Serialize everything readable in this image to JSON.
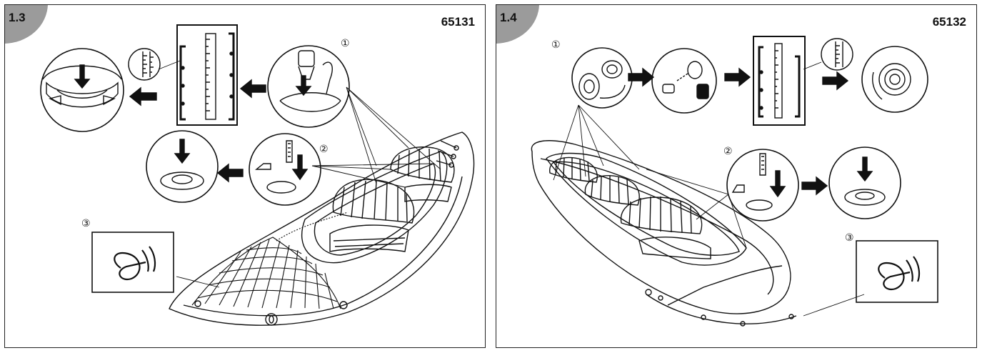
{
  "panels": [
    {
      "section": "1.3",
      "model": "65131",
      "steps": [
        "①",
        "②",
        "③"
      ]
    },
    {
      "section": "1.4",
      "model": "65132",
      "steps": [
        "①",
        "②",
        "③"
      ]
    }
  ],
  "colors": {
    "tab": "#9b9b9b",
    "line": "#111111",
    "background": "#ffffff"
  },
  "icons": [
    "arrow-right-icon",
    "arrow-left-icon",
    "arrow-down-icon",
    "valve-icon",
    "pressure-gauge-icon",
    "rope-knot-icon",
    "kayak-illustration"
  ]
}
